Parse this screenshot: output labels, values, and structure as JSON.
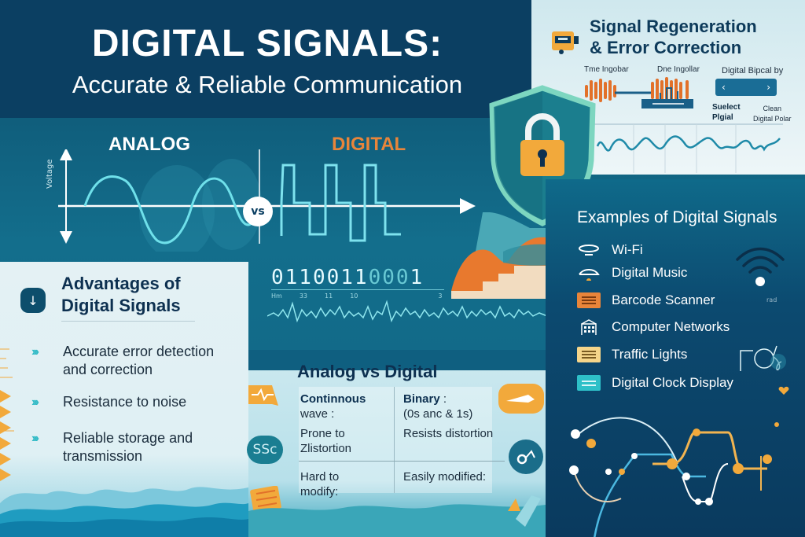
{
  "header": {
    "title": "DIGITAL SIGNALS:",
    "subtitle_bold": "Accurate & Reliable",
    "subtitle_rest": " Communication"
  },
  "comparison": {
    "analog_label": "ANALOG",
    "digital_label": "DIGITAL",
    "vs_label": "vs",
    "y_axis_label": "Voltage",
    "binary_bright": "0110011",
    "binary_dim": "000",
    "binary_end": "1",
    "tick_labels": [
      "Hm",
      "33",
      "11",
      "10",
      "3"
    ],
    "colors": {
      "analog_wave": "#6fe0ea",
      "digital_label": "#e8853a",
      "digital_wave": "#7ee2ee"
    }
  },
  "regeneration": {
    "title_line1": "Signal Regeneration",
    "title_line2": "& Error Correction",
    "label_noisy_1": "Tme Ingobar",
    "label_noisy_2": "Dne Ingollar",
    "label_digital": "Digital Bipcal by",
    "digital_box_left": "‹",
    "digital_box_right": "›",
    "label_sunlect": "Suelect",
    "label_pigial": "Plgial",
    "label_clean_1": "Clean",
    "label_clean_2": "Digital Polar"
  },
  "advantages": {
    "title_line1": "Advantages of",
    "title_line2": "Digital Signals",
    "icon": "arrow-down-icon",
    "items": [
      {
        "line1": "Accurate error detection",
        "line2": "and correction"
      },
      {
        "line1": "Resistance to noise",
        "line2": ""
      },
      {
        "line1": "Reliable storage and",
        "line2": "transmission"
      }
    ],
    "bullet_glyph": "›››"
  },
  "analog_vs_digital": {
    "title": "Analog vs Digital",
    "rows": [
      {
        "analog_bold": "Continnous",
        "analog": "wave :",
        "digital_bold": "Binary",
        "digital_suffix": " :",
        "digital": "(0s anc & 1s)"
      },
      {
        "analog": "Prone to",
        "analog2": "Zlistortion",
        "digital": "Resists distortion"
      },
      {
        "analog": "Hard to",
        "analog2": "modify:",
        "digital": "Easily modified:"
      }
    ],
    "side_icon_text": "SSc"
  },
  "examples": {
    "title": "Examples of Digital Signals",
    "items": [
      {
        "label": "Wi-Fi",
        "icon": "wifi-icon",
        "color": "#ffffff"
      },
      {
        "label": "Digital Music",
        "icon": "music-icon",
        "color": "#ffffff"
      },
      {
        "label": "Barcode Scanner",
        "icon": "barcode-icon",
        "color": "#e8853a"
      },
      {
        "label": "Computer Networks",
        "icon": "network-icon",
        "color": "#ffffff"
      },
      {
        "label": "Traffic Lights",
        "icon": "traffic-light-icon",
        "color": "#f5d58a"
      },
      {
        "label": "Digital Clock Display",
        "icon": "clock-icon",
        "color": "#2ec0c8"
      }
    ],
    "wifi_caption": "rad"
  },
  "colors": {
    "navy": "#0b3f62",
    "teal": "#136e8c",
    "orange": "#e8853a",
    "cyan": "#2ab8c4",
    "shield": "#1b7e8e",
    "lock": "#f2a93b"
  }
}
